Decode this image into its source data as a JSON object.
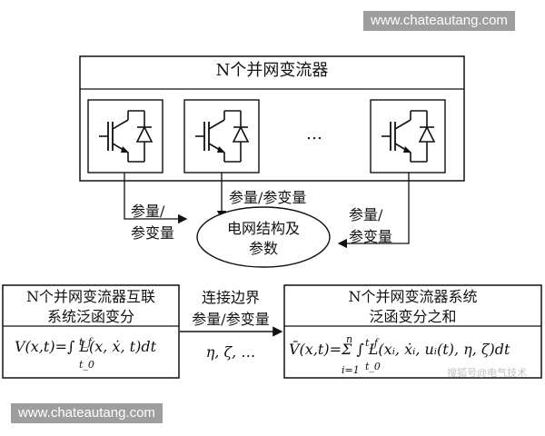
{
  "watermark_top": "www.chateautang.com",
  "watermark_bottom": "www.chateautang.com",
  "watermark_corner": "搜狐号@电气技术",
  "top_box": {
    "title": "N个并网变流器",
    "ellipsis": "…"
  },
  "labels": {
    "left": "参量/\n参变量",
    "mid": "参量/参变量",
    "right": "参量/\n参变量"
  },
  "grid_ellipse": "电网结构及\n参数",
  "left_box": {
    "title": "N个并网变流器互联\n系统泛函变分",
    "formula": "V(x,t)=∫ L(x, ẋ, t)dt",
    "int_upper": "t_f",
    "int_lower": "t_0"
  },
  "middle_text": {
    "line1": "连接边界",
    "line2": "参量/参变量",
    "line3": "η, ζ, …"
  },
  "right_box": {
    "title": "N个并网变流器系统\n泛函变分之和",
    "formula": "V̄(x,t)=Σ ∫ L(xᵢ, ẋᵢ, uᵢ(t), η, ζ)dt",
    "sum_upper": "n",
    "sum_lower": "i=1",
    "int_upper": "t_f",
    "int_lower": "t_0"
  }
}
